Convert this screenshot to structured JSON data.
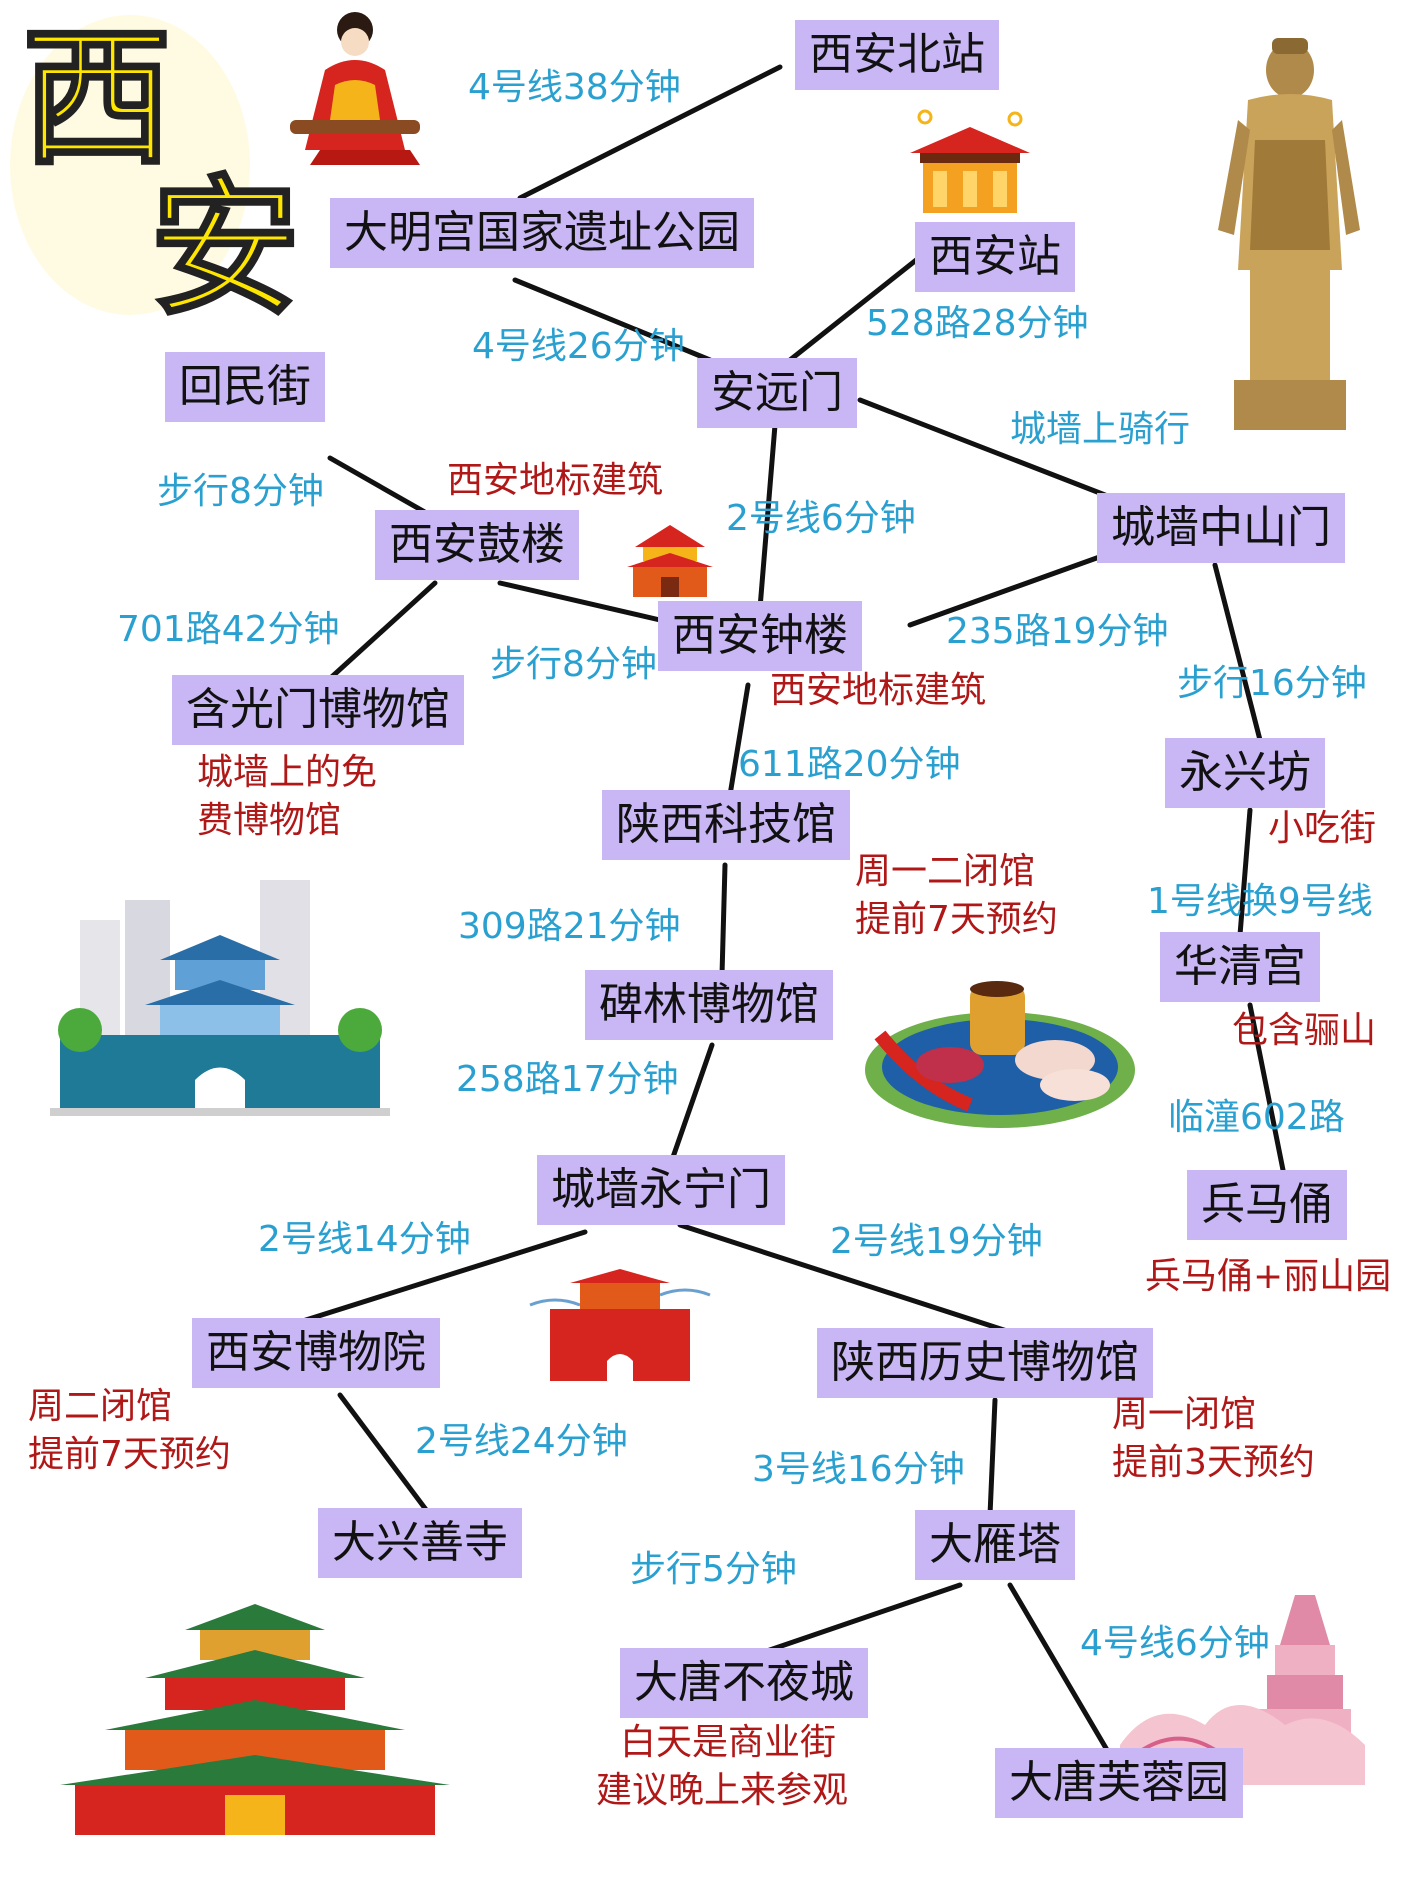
{
  "title": {
    "char1": "西",
    "char2": "安"
  },
  "nodes": {
    "xian_north": "西安北站",
    "daming": "大明宫国家遗址公园",
    "xian_station": "西安站",
    "huimin": "回民街",
    "anyuanmen": "安远门",
    "drum_tower": "西安鼓楼",
    "zhongshanmen": "城墙中山门",
    "bell_tower": "西安钟楼",
    "hanguangmen": "含光门博物馆",
    "yongxingfang": "永兴坊",
    "science_museum": "陕西科技馆",
    "huaqing": "华清宫",
    "beilin": "碑林博物馆",
    "yongningmen": "城墙永宁门",
    "terracotta": "兵马俑",
    "xian_museum": "西安博物院",
    "history_museum": "陕西历史博物馆",
    "daxingshan": "大兴善寺",
    "dayanta": "大雁塔",
    "datang_buyecheng": "大唐不夜城",
    "furongyuan": "大唐芙蓉园"
  },
  "routes": {
    "north_daming": "4号线38分钟",
    "daming_anyuan": "4号线26分钟",
    "station_anyuan": "528路28分钟",
    "anyuan_wall_east": "城墙上骑行",
    "huimin_drum": "步行8分钟",
    "anyuan_bell": "2号线6分钟",
    "drum_hanguang": "701路42分钟",
    "drum_bell": "步行8分钟",
    "bell_zhongshan": "235路19分钟",
    "zhongshan_yongxing": "步行16分钟",
    "bell_science": "611路20分钟",
    "yongxing_huaqing": "1号线换9号线",
    "science_beilin": "309路21分钟",
    "beilin_yongning": "258路17分钟",
    "huaqing_terracotta": "临潼602路",
    "yongning_xianmuseum": "2号线14分钟",
    "yongning_history": "2号线19分钟",
    "xianmuseum_daxingshan": "2号线24分钟",
    "history_dayanta": "3号线16分钟",
    "dayanta_buyecheng": "步行5分钟",
    "dayanta_furong": "4号线6分钟"
  },
  "notes": {
    "drum_landmark": "西安地标建筑",
    "bell_landmark": "西安地标建筑",
    "hanguang_1": "城墙上的免",
    "hanguang_2": "费博物馆",
    "yongxing": "小吃街",
    "science_1": "周一二闭馆",
    "science_2": "提前7天预约",
    "huaqing": "包含骊山",
    "terracotta": "兵马俑+丽山园",
    "xianmuseum_1": "周二闭馆",
    "xianmuseum_2": "提前7天预约",
    "history_1": "周一闭馆",
    "history_2": "提前3天预约",
    "buyecheng_1": "白天是商业街",
    "buyecheng_2": "建议晚上来参观"
  },
  "colors": {
    "node_fill": "#c9b6f4",
    "route_text": "#2aa0d0",
    "note_text": "#b01818",
    "connector": "#111111",
    "title_fill": "#ffe600"
  }
}
